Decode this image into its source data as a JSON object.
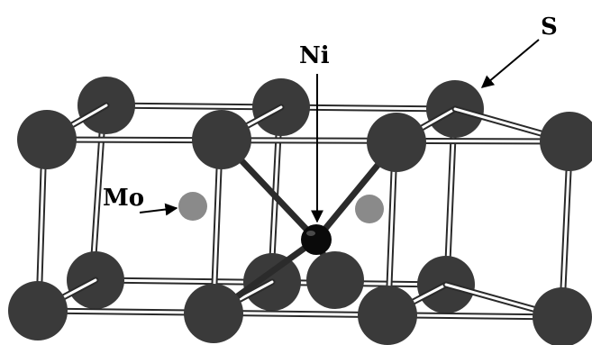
{
  "labels": {
    "sulfur": "S",
    "nickel": "Ni",
    "molybdenum": "Mo"
  },
  "colors": {
    "background": "#ffffff",
    "sulfur_atom": "#3a3a3a",
    "nickel_atom": "#0a0a0a",
    "molybdenum_atom": "#8a8a8a",
    "bond_outline": "#2a2a2a",
    "bond_fill": "#ffffff",
    "ni_s_bond": "#2b2b2b",
    "arrow": "#000000"
  }
}
